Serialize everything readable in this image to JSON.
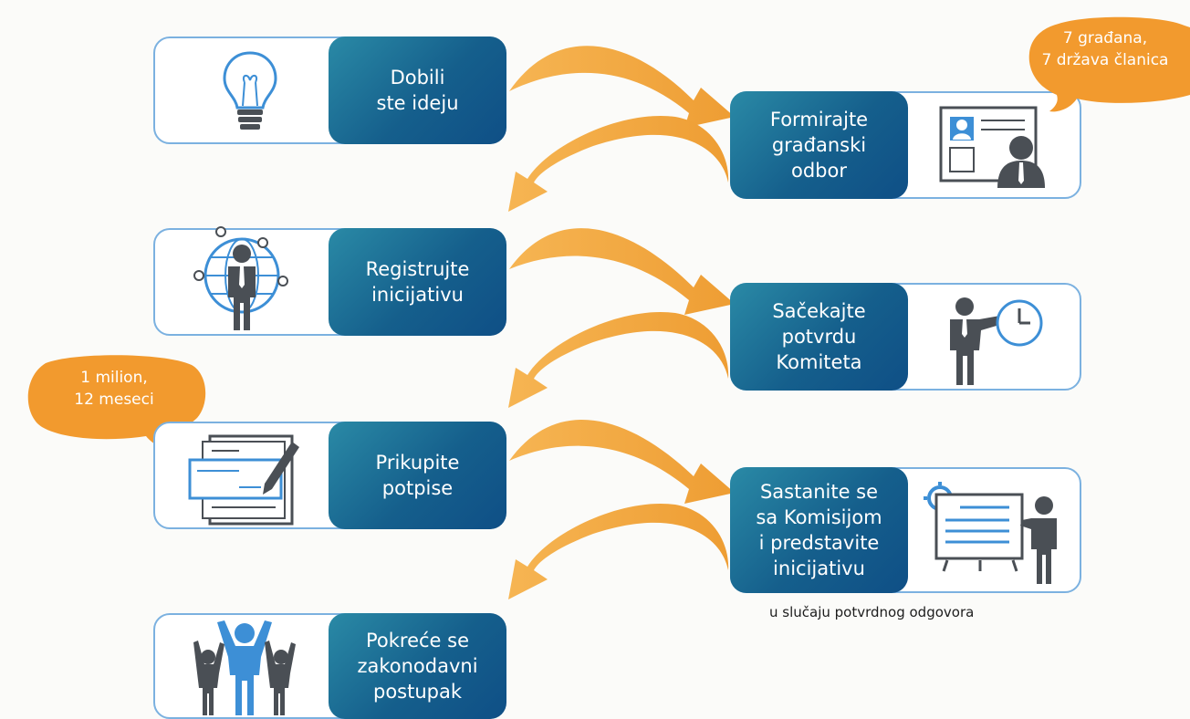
{
  "steps": {
    "idea": "Dobili\nste ideju",
    "committee": "Formirajte\ngrađanski\nodbor",
    "register": "Registrujte\ninicijativu",
    "confirm": "Sačekajte\npotvrdu\nKomiteta",
    "signatures": "Prikupite\npotpise",
    "meet": "Sastanite se\nsa Komisijom\ni predstavite\ninicijativu",
    "legislative": "Pokreće se\nzakonodavni\npostupak"
  },
  "bubbles": {
    "committee_requirement": "7 građana,\n7 država članica",
    "signature_requirement": "1 milion,\n12 meseci"
  },
  "note": "u slučaju potvrdnog odgovora",
  "icons": {
    "idea": "lightbulb-icon",
    "committee": "id-card-person-icon",
    "register": "globe-person-icon",
    "confirm": "person-clock-icon",
    "signatures": "document-pen-icon",
    "meet": "presentation-icon",
    "legislative": "cheering-people-icon"
  },
  "colors": {
    "label_dark": "#0f4f86",
    "label_teal": "#2a8aa6",
    "card_border": "#7bb1e0",
    "arrow": "#f0a33a",
    "bubble": "#f29a2e",
    "icon_grey": "#4a4f55",
    "icon_blue": "#3d8fd6"
  }
}
